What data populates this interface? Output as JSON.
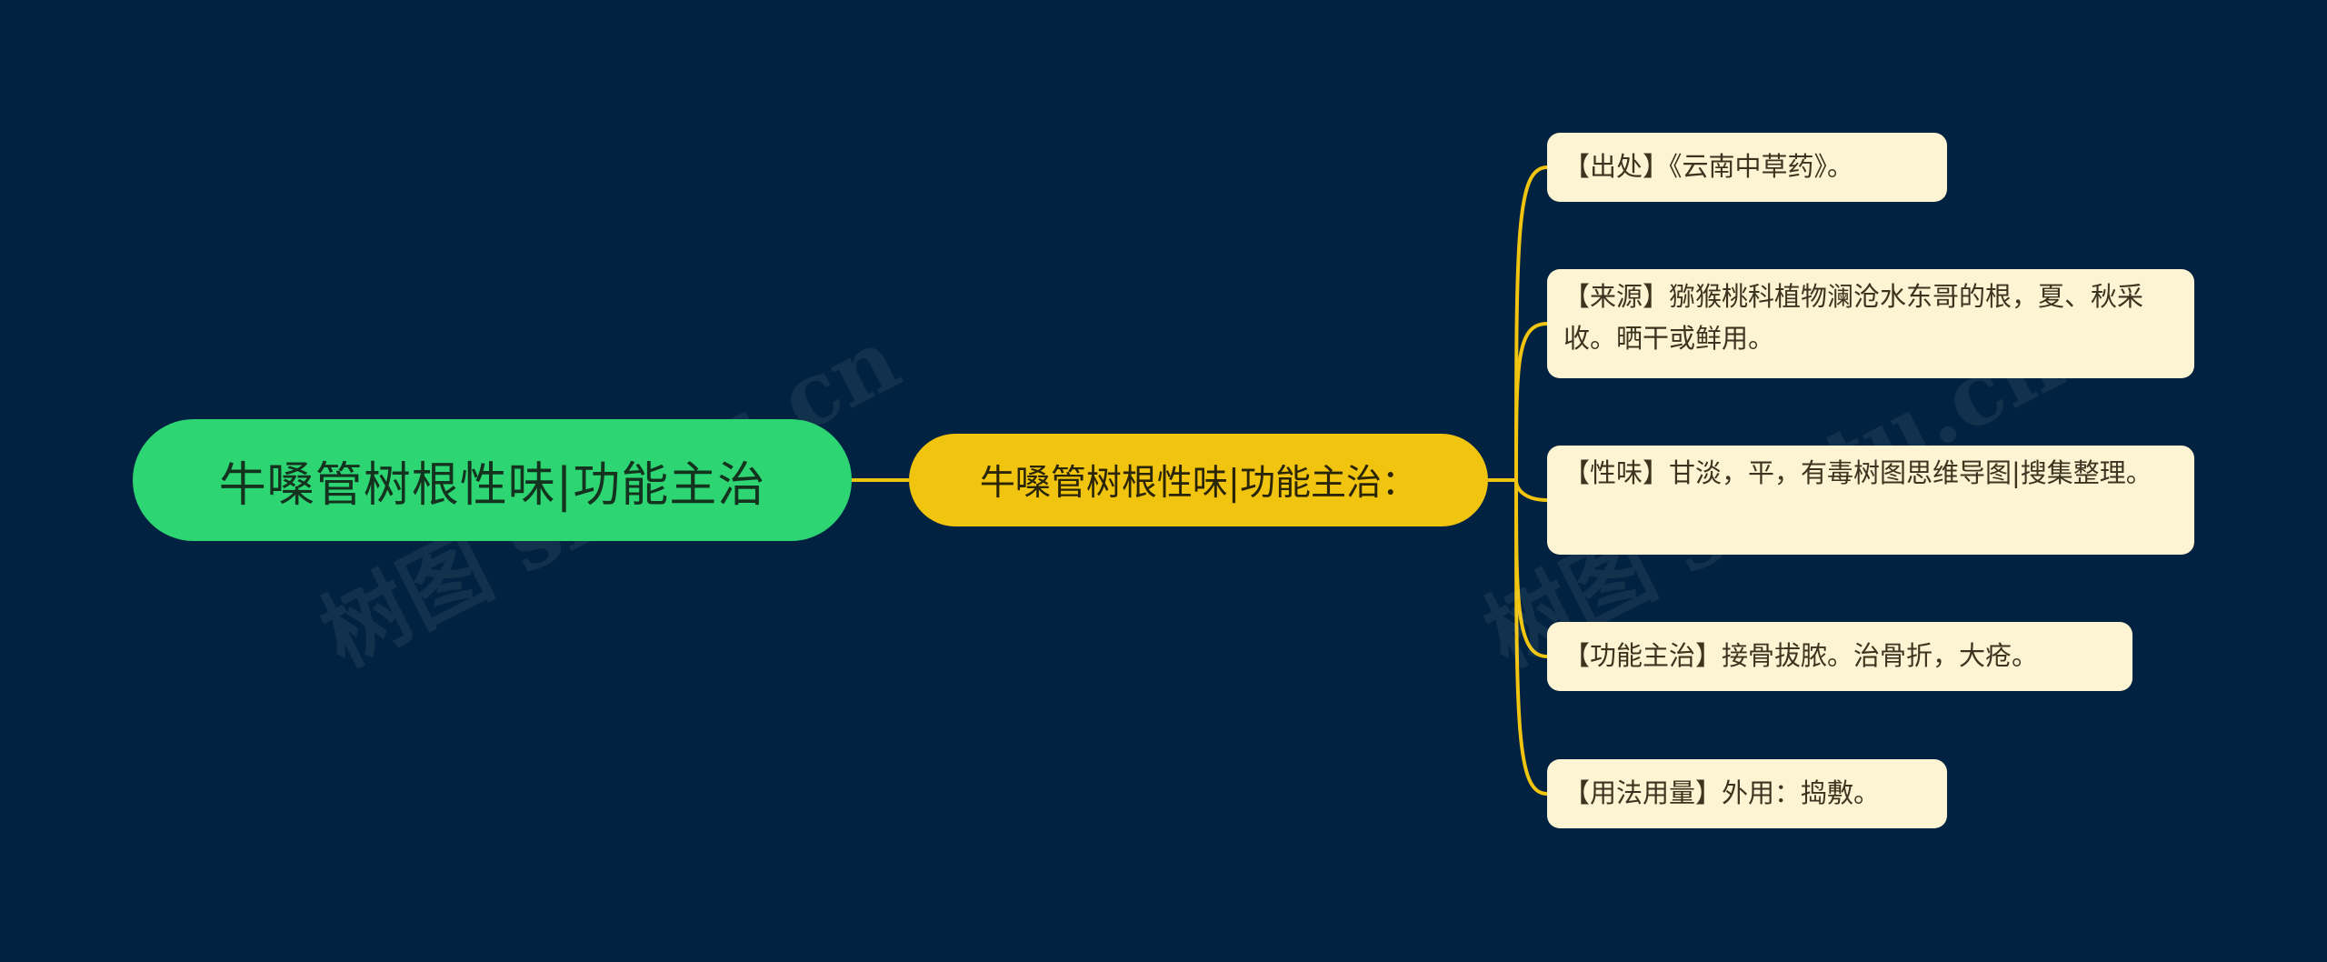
{
  "colors": {
    "background": "#012240",
    "root_fill": "#2ed573",
    "mid_fill": "#f1c40f",
    "leaf_fill": "#fdf4d3",
    "connector": "#f1c40f"
  },
  "root": {
    "label": "牛嗓管树根性味|功能主治"
  },
  "branch": {
    "label": "牛嗓管树根性味|功能主治："
  },
  "leaves": [
    {
      "text": "【出处】《云南中草药》。"
    },
    {
      "text": "【来源】猕猴桃科植物澜沧水东哥的根，夏、秋采收。晒干或鲜用。"
    },
    {
      "text": "【性味】甘淡，平，有毒树图思维导图|搜集整理。"
    },
    {
      "text": "【功能主治】接骨拔脓。治骨折，大疮。"
    },
    {
      "text": "【用法用量】外用：捣敷。"
    }
  ],
  "watermark": {
    "text": "树图 shutu.cn"
  }
}
